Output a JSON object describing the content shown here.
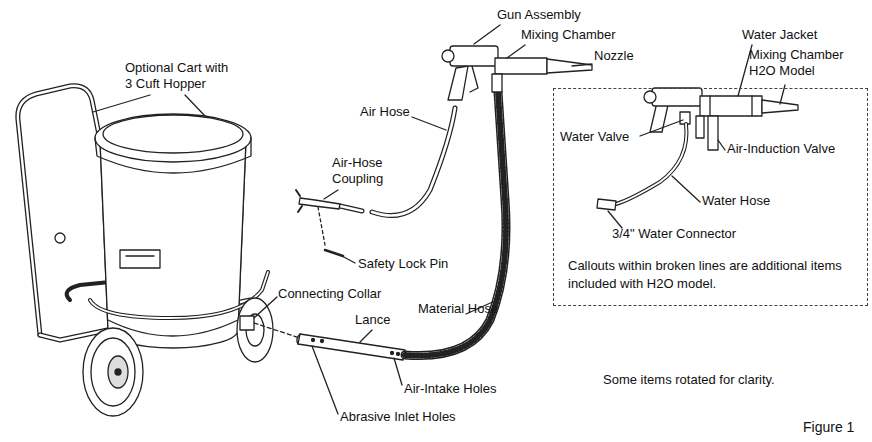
{
  "diagram": {
    "caption": "Figure 1",
    "nodes": [
      {
        "text": [
          "Callouts within broken lines are additional items included with H2O model."
        ]
      }
    ],
    "labels": [
      "Gun Assembly",
      "Mixing Chamber",
      "Nozzle",
      "Optional Cart with 3 Cuft Hopper",
      "Air Hose",
      "Air-Hose Coupling",
      "Safety Lock Pin",
      "Connecting Collar",
      "Lance",
      "Material Hose",
      "Air-Intake Holes",
      "Abrasive Inlet Holes",
      "Water Jacket",
      "Mixing Chamber H2O Model",
      "Water Valve",
      "Air-Induction Valve",
      "Water Hose",
      "3/4\" Water Connector",
      "Some items rotated for clarity."
    ]
  }
}
